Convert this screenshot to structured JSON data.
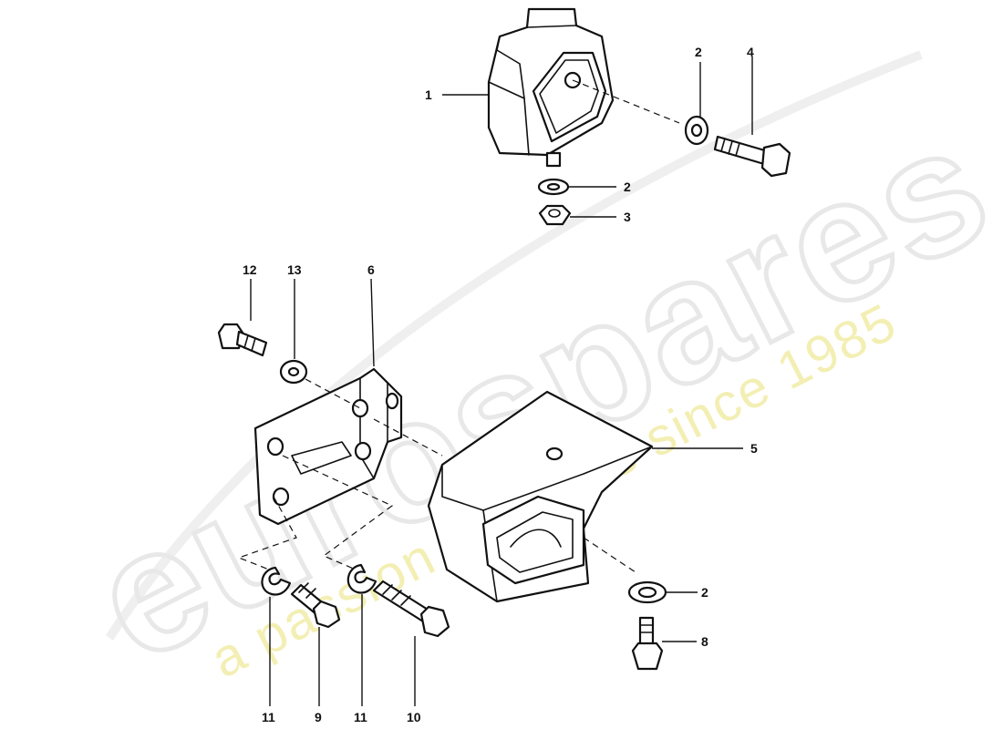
{
  "watermark": {
    "logo_text": "eurospares",
    "tagline": "a passion for parts since 1985"
  },
  "callouts": [
    {
      "id": "c1",
      "label": "1"
    },
    {
      "id": "c2a",
      "label": "2"
    },
    {
      "id": "c4",
      "label": "4"
    },
    {
      "id": "c2b",
      "label": "2"
    },
    {
      "id": "c3",
      "label": "3"
    },
    {
      "id": "c12",
      "label": "12"
    },
    {
      "id": "c13",
      "label": "13"
    },
    {
      "id": "c6",
      "label": "6"
    },
    {
      "id": "c5",
      "label": "5"
    },
    {
      "id": "c2c",
      "label": "2"
    },
    {
      "id": "c8",
      "label": "8"
    },
    {
      "id": "c11a",
      "label": "11"
    },
    {
      "id": "c9",
      "label": "9"
    },
    {
      "id": "c11b",
      "label": "11"
    },
    {
      "id": "c10",
      "label": "10"
    }
  ]
}
